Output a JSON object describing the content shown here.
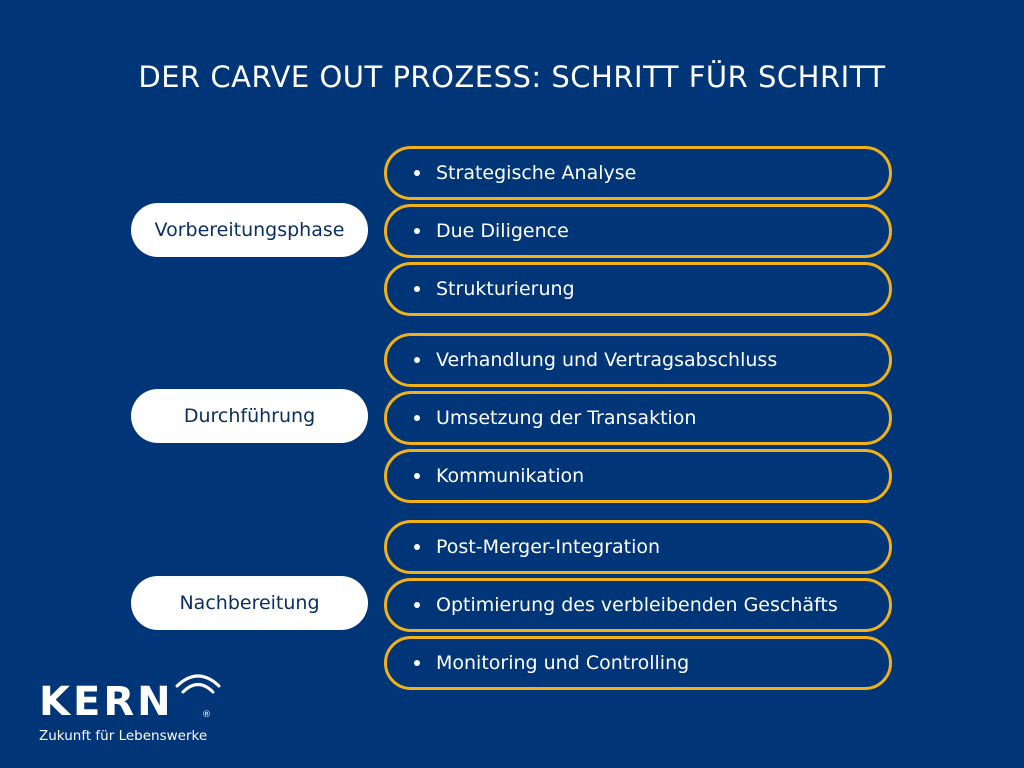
{
  "title": "DER CARVE OUT PROZESS: SCHRITT FÜR SCHRITT",
  "colors": {
    "background": "#003677",
    "step_border": "#f2b118",
    "phase_fill": "#ffffff",
    "phase_text": "#0b2f63"
  },
  "phases": [
    {
      "label": "Vorbereitungsphase",
      "steps": [
        "Strategische Analyse",
        "Due Diligence",
        "Strukturierung"
      ]
    },
    {
      "label": "Durchführung",
      "steps": [
        "Verhandlung und Vertragsabschluss",
        "Umsetzung der Transaktion",
        "Kommunikation"
      ]
    },
    {
      "label": "Nachbereitung",
      "steps": [
        "Post-Merger-Integration",
        "Optimierung des verbleibenden Geschäfts",
        "Monitoring und Controlling"
      ]
    }
  ],
  "logo": {
    "wordmark": "KERN",
    "registered": "®",
    "tagline": "Zukunft für Lebenswerke",
    "icon": "signal-arcs-icon"
  }
}
